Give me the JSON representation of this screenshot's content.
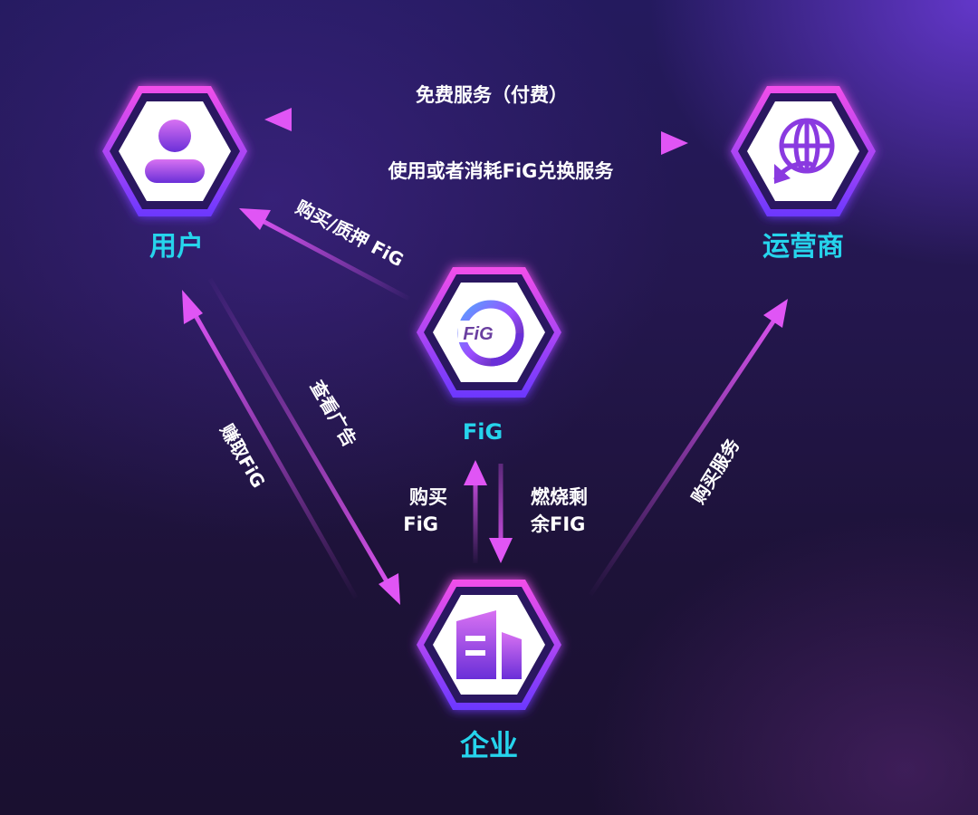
{
  "nodes": {
    "user": {
      "label": "用户",
      "icon": "user-icon"
    },
    "operator": {
      "label": "运营商",
      "icon": "globe-exchange-icon"
    },
    "fig": {
      "label": "FiG",
      "logo_text": "FiG",
      "icon": "fig-coin-icon"
    },
    "enterprise": {
      "label": "企业",
      "icon": "building-icon"
    }
  },
  "edges": {
    "free_service": "免费服务（付费）",
    "use_fig": "使用或者消耗FiG兑换服务",
    "buy_stake": "购买/质押 FiG",
    "watch_ads": "查看广告",
    "earn_fig": "赚取FiG",
    "buy_fig_line1": "购买",
    "buy_fig_line2": "FiG",
    "burn_line1": "燃烧剩",
    "burn_line2": "余FIG",
    "buy_service": "购买服务"
  },
  "colors": {
    "arrow": "#e055f5",
    "label": "#26d4ec",
    "hex_border_top": "#f050ef",
    "hex_border_bottom": "#7a3cff",
    "icon_gradient_top": "#d36ff0",
    "icon_gradient_bottom": "#6a2fd8"
  }
}
